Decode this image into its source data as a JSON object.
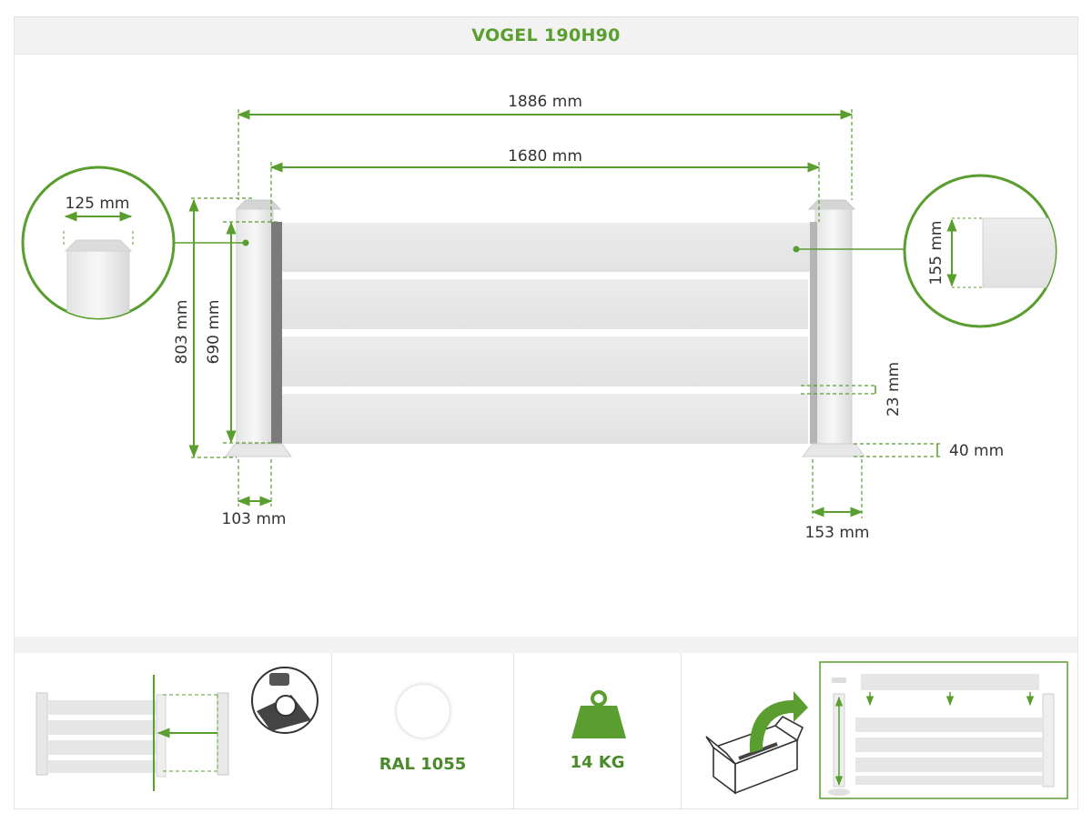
{
  "title": "VOGEL 190H90",
  "dimensions": {
    "total_width": "1886 mm",
    "panel_width": "1680 mm",
    "cap_width": "125 mm",
    "total_height": "803 mm",
    "panel_height": "690 mm",
    "post_section": "155 mm",
    "gap": "23 mm",
    "ground_gap": "40 mm",
    "post_left_width": "103 mm",
    "base_width": "153 mm"
  },
  "features": {
    "color_code": "RAL 1055",
    "weight": "14 KG"
  },
  "icons": [
    "cut-to-size-icon",
    "saw-blade-icon",
    "color-swatch-icon",
    "weight-icon",
    "box-delivery-icon",
    "assembly-diagram-icon"
  ],
  "colors": {
    "accent": "#5a9e2f",
    "panel": "#e6e6e6",
    "background": "#ffffff"
  }
}
